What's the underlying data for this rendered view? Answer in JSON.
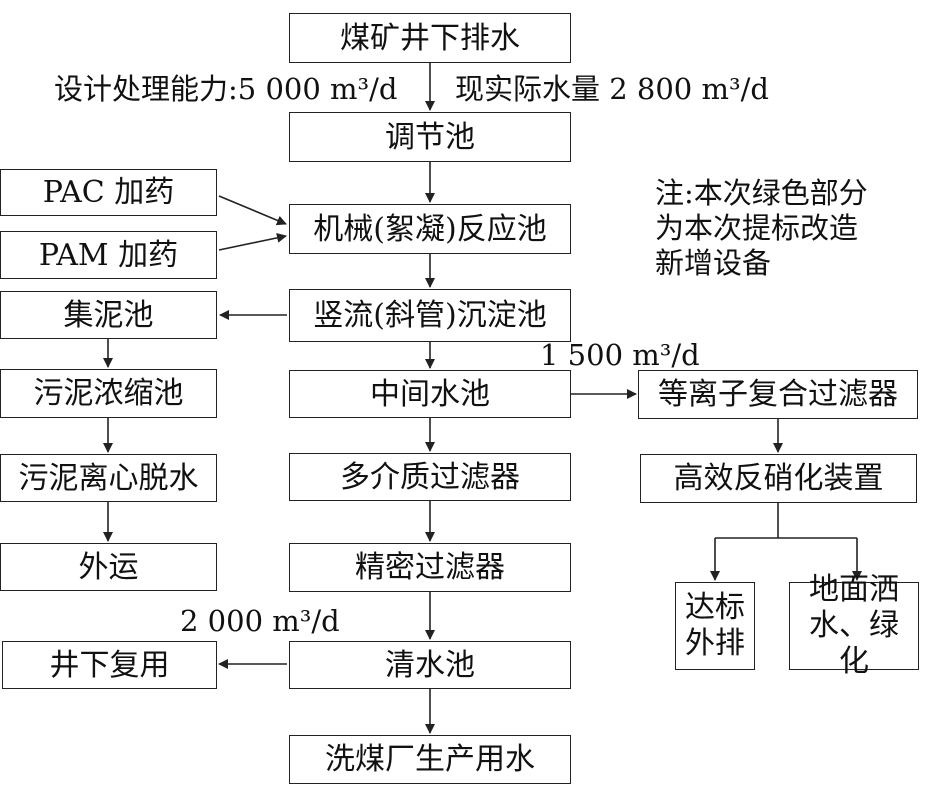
{
  "nodes": {
    "mine_drainage": "煤矿井下排水",
    "regulating_pool": "调节池",
    "pac_dosing": "PAC 加药",
    "pam_dosing": "PAM 加药",
    "reaction_pool": "机械(絮凝)反应池",
    "sludge_collection": "集泥池",
    "sedimentation_pool": "竖流(斜管)沉淀池",
    "sludge_thickening": "污泥浓缩池",
    "intermediate_pool": "中间水池",
    "plasma_filter": "等离子复合过滤器",
    "sludge_dewatering": "污泥离心脱水",
    "multimedia_filter": "多介质过滤器",
    "denitrification": "高效反硝化装置",
    "transport_out": "外运",
    "precision_filter": "精密过滤器",
    "compliant_discharge": "达标外排",
    "ground_sprinkling": "地面洒水、绿化",
    "underground_reuse": "井下复用",
    "clear_water_pool": "清水池",
    "coal_washing_water": "洗煤厂生产用水"
  },
  "labels": {
    "design_capacity": "设计处理能力:5 000 m³/d",
    "actual_water": "现实际水量 2 800 m³/d",
    "flow_1500": "1 500 m³/d",
    "flow_2000": "2 000 m³/d"
  },
  "note": "注:本次绿色部分\n为本次提标改造\n新增设备",
  "colors": {
    "line": "#222222",
    "text": "#111111",
    "background": "#ffffff"
  }
}
